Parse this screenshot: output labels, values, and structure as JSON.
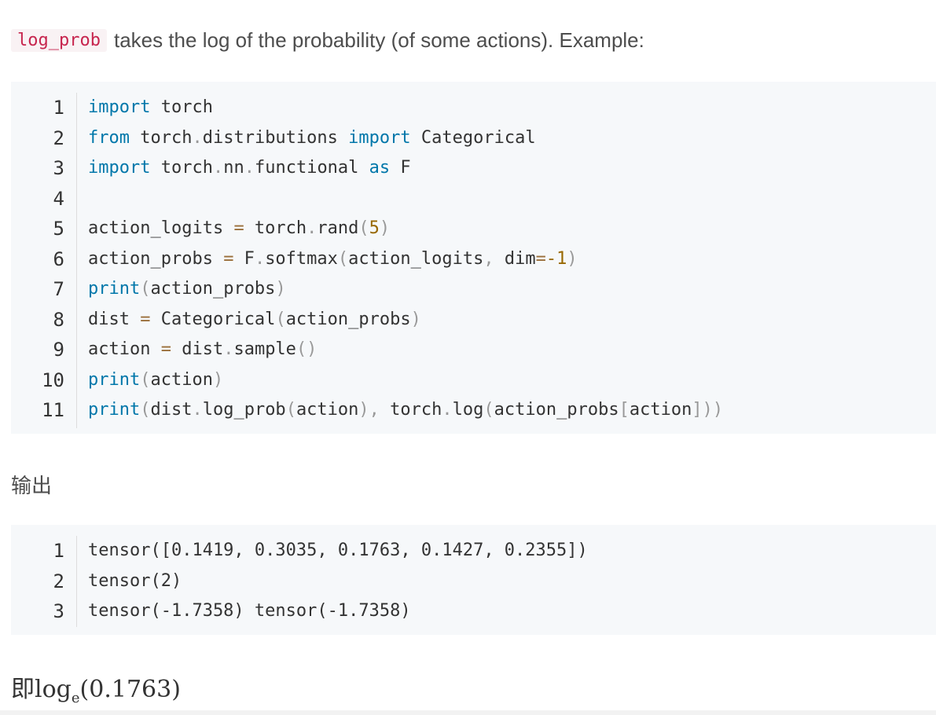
{
  "intro": {
    "inline_code": "log_prob",
    "text": "takes the log of the probability (of some actions). Example:"
  },
  "code_block": {
    "lines": [
      {
        "n": "1",
        "tokens": [
          {
            "t": "import",
            "c": "kw"
          },
          {
            "t": " torch"
          }
        ]
      },
      {
        "n": "2",
        "tokens": [
          {
            "t": "from",
            "c": "kw"
          },
          {
            "t": " torch"
          },
          {
            "t": ".",
            "c": "pn"
          },
          {
            "t": "distributions "
          },
          {
            "t": "import",
            "c": "kw"
          },
          {
            "t": " Categorical"
          }
        ]
      },
      {
        "n": "3",
        "tokens": [
          {
            "t": "import",
            "c": "kw"
          },
          {
            "t": " torch"
          },
          {
            "t": ".",
            "c": "pn"
          },
          {
            "t": "nn"
          },
          {
            "t": ".",
            "c": "pn"
          },
          {
            "t": "functional "
          },
          {
            "t": "as",
            "c": "kw"
          },
          {
            "t": " F"
          }
        ]
      },
      {
        "n": "4",
        "tokens": []
      },
      {
        "n": "5",
        "tokens": [
          {
            "t": "action_logits "
          },
          {
            "t": "=",
            "c": "op"
          },
          {
            "t": " torch"
          },
          {
            "t": ".",
            "c": "pn"
          },
          {
            "t": "rand"
          },
          {
            "t": "(",
            "c": "pn"
          },
          {
            "t": "5",
            "c": "num"
          },
          {
            "t": ")",
            "c": "pn"
          }
        ]
      },
      {
        "n": "6",
        "tokens": [
          {
            "t": "action_probs "
          },
          {
            "t": "=",
            "c": "op"
          },
          {
            "t": " F"
          },
          {
            "t": ".",
            "c": "pn"
          },
          {
            "t": "softmax"
          },
          {
            "t": "(",
            "c": "pn"
          },
          {
            "t": "action_logits"
          },
          {
            "t": ",",
            "c": "pn"
          },
          {
            "t": " dim"
          },
          {
            "t": "=",
            "c": "op"
          },
          {
            "t": "-1",
            "c": "num"
          },
          {
            "t": ")",
            "c": "pn"
          }
        ]
      },
      {
        "n": "7",
        "tokens": [
          {
            "t": "print",
            "c": "kw"
          },
          {
            "t": "(",
            "c": "pn"
          },
          {
            "t": "action_probs"
          },
          {
            "t": ")",
            "c": "pn"
          }
        ]
      },
      {
        "n": "8",
        "tokens": [
          {
            "t": "dist "
          },
          {
            "t": "=",
            "c": "op"
          },
          {
            "t": " Categorical"
          },
          {
            "t": "(",
            "c": "pn"
          },
          {
            "t": "action_probs"
          },
          {
            "t": ")",
            "c": "pn"
          }
        ]
      },
      {
        "n": "9",
        "tokens": [
          {
            "t": "action "
          },
          {
            "t": "=",
            "c": "op"
          },
          {
            "t": " dist"
          },
          {
            "t": ".",
            "c": "pn"
          },
          {
            "t": "sample"
          },
          {
            "t": "()",
            "c": "pn"
          }
        ]
      },
      {
        "n": "10",
        "tokens": [
          {
            "t": "print",
            "c": "kw"
          },
          {
            "t": "(",
            "c": "pn"
          },
          {
            "t": "action"
          },
          {
            "t": ")",
            "c": "pn"
          }
        ]
      },
      {
        "n": "11",
        "tokens": [
          {
            "t": "print",
            "c": "kw"
          },
          {
            "t": "(",
            "c": "pn"
          },
          {
            "t": "dist"
          },
          {
            "t": ".",
            "c": "pn"
          },
          {
            "t": "log_prob"
          },
          {
            "t": "(",
            "c": "pn"
          },
          {
            "t": "action"
          },
          {
            "t": ")",
            "c": "pn"
          },
          {
            "t": ",",
            "c": "pn"
          },
          {
            "t": " torch"
          },
          {
            "t": ".",
            "c": "pn"
          },
          {
            "t": "log"
          },
          {
            "t": "(",
            "c": "pn"
          },
          {
            "t": "action_probs"
          },
          {
            "t": "[",
            "c": "pn"
          },
          {
            "t": "action"
          },
          {
            "t": "]))",
            "c": "pn"
          }
        ]
      }
    ]
  },
  "output_label": "输出",
  "output_block": {
    "lines": [
      {
        "n": "1",
        "text": "tensor([0.1419, 0.3035, 0.1763, 0.1427, 0.2355])"
      },
      {
        "n": "2",
        "text": "tensor(2)"
      },
      {
        "n": "3",
        "text": "tensor(-1.7358) tensor(-1.7358)"
      }
    ]
  },
  "formula": {
    "prefix": "即",
    "func": "log",
    "base": "e",
    "arg": "(0.1763)"
  }
}
